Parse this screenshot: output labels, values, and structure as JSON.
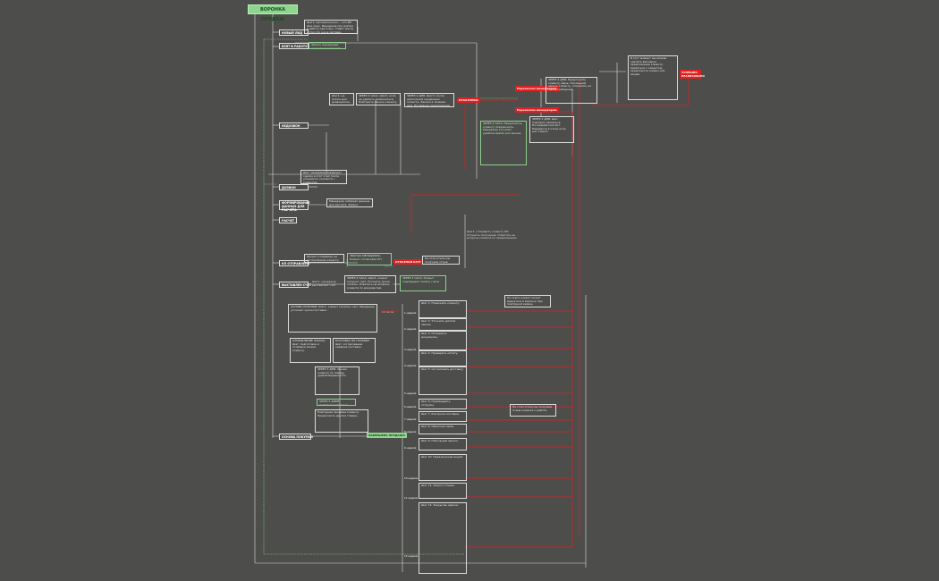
{
  "title": "ВОРОНКА ПРОДАЖ",
  "stages": [
    "НОВЫЙ ЛИД",
    "ВЗЯТ В РАБОТУ",
    "НЕДОЗВОН",
    "ДОЗВОН",
    "ФОРМИРОВАНИЕ ДАННЫХ ДЛЯ РАСЧЕТА",
    "РАСЧЕТ",
    "КП ОТПРАВЛЕНО",
    "ВЫСТАВЛЕН СЧЕТ",
    "ОСНОВА ПОКУПКИ"
  ],
  "buttons": {
    "stop": "ОТКАЗНИКИ",
    "refusal": "ОТКАЗНОЙ КРУГ",
    "success": "УСПЕШНО РЕАЛИЗОВАНО",
    "done": "ЗАВЕРШЕНА ПРОДАЖА",
    "moved_1": "Перенесено менеджером",
    "moved_2": "Перенесено менеджером"
  },
  "notes": {
    "new_lead": "Шаг1: автоматически — это ИП физ.лицо. Менеджер при взятии в работу карточки, ставит метку о том что оно в системе.",
    "taken_green": "Звонок менеджера клиенту происходит оперативно",
    "nedozvon_1": "Шаг1: не позже дня дозвонилось. Позвонить клиенту несколько раз. Написать сообщение клиенту в мессенджер, если не прошло все попытки.",
    "nedozvon_2": "ЧЕРЕЗ 2 ЧАСА: Шаг2: если не удалось дозвониться. Повторить звонок клиенту. Отправить письмо на почту.",
    "nedozvon_3": "ЧЕРЕЗ 2 ДНЯ: Шаг3: после нескольких неудачных попыток. Звонок в течение дня. Последнее предложение.",
    "right_top": "ЧЕРЕЗ 2 ДНЯ: Предложить клиенту связь. Последний звонок клиенту, отправить на почту сообщение.",
    "right_mid": "ЧЕРЕЗ 2 ДНЯ: Шаг: повторно связаться. Последний контакт. Перевести в отказ если нет ответа.",
    "far_right": "В этот момент мы можем сделать выгодное предложение клиенту. Связаться с клиентом, предложить скидку или акцию.",
    "green_mid": "ЧЕРЕЗ 2 ЧАСА: Предложить клиенту перезвонить. Менеджер уточняет удобное время для звонка.",
    "dozvon": "Шаг: менеджер переводит сделку в этот этап после успешного контакта с клиентом.",
    "formation": "Менеджер собирает данные для расчета. Запрос информации у клиента.",
    "mid_fail": "Шаг1: отправить клиенту КП. Уточнить получение. Ответить на вопросы клиента по предложению.",
    "kp_sent": "Проект отправлен на согласование клиенту",
    "kp_green": "ЗВОНОК МЕНЕДЖЕРА: Клиент согласовал КП",
    "invoice_1": "Шаг1: менеджер выставляет счет",
    "invoice_2": "ЧЕРЕЗ 2 ЧАСА: Шаг2: клиент получил счет. Уточнить сроки оплаты. Ответить на вопросы клиента по документам.",
    "invoice_green": "ЧЕРЕЗ 2 ЧАСА: Клиент подтвердил оплату счета",
    "purchase_1": "ОСНОВА ПОКУПКИ: Шаг1: клиент оплатил счет. Менеджер уточняет сроки поставки.",
    "purchase_2": "ОТПРАВЛЕНИЕ ЗАКАЗА: Шаг: подготовка и отправка заказа клиенту.",
    "purchase_3": "ПОСТАВКА ПО ГРАФИКУ: Шаг: согласование графика поставок.",
    "purchase_4": "ЧЕРЕЗ 3 ДНЯ: Звонок клиенту по поводу удовлетворенности.",
    "purchase_green": "ЧЕРЕЗ 5 ДНЕЙ: повторная продажа",
    "purchase_5": "Повторная продажа клиенту. Предложить другие товары.",
    "bottom_right_1": "На этапе клиент может вернуться в воронку при повторной заявке.",
    "bottom_right_2": "На этом этапе мы получаем отзыв клиента о работе."
  },
  "right_steps": [
    "Шаг 1: Позвонить клиенту.",
    "Шаг 2: Уточнить детали заказа.",
    "Шаг 3: Отправить документы.",
    "Шаг 4: Проверить оплату.",
    "Шаг 5: Согласовать доставку.",
    "Шаг 6: Подтвердить отгрузку.",
    "Шаг 7: Контроль поставки.",
    "Шаг 8: Обратная связь.",
    "Шаг 9: Повторный звонок.",
    "Шаг 10: Предложение акций.",
    "Шаг 11: Запрос отзыва.",
    "Шаг 12: Закрытие сделки."
  ],
  "step_labels": [
    "1 неделя",
    "2 неделя",
    "3 неделя",
    "4 неделя",
    "5 неделя",
    "6 неделя",
    "7 неделя",
    "8 неделя",
    "9 неделя",
    "10 неделя",
    "11 неделя",
    "12 неделя"
  ],
  "cycle_label": "12 месяц",
  "colors": {
    "background": "#4d4d4b",
    "accent_green": "#8ed68e",
    "accent_red": "#e02020",
    "line": "#dcdcdc"
  }
}
